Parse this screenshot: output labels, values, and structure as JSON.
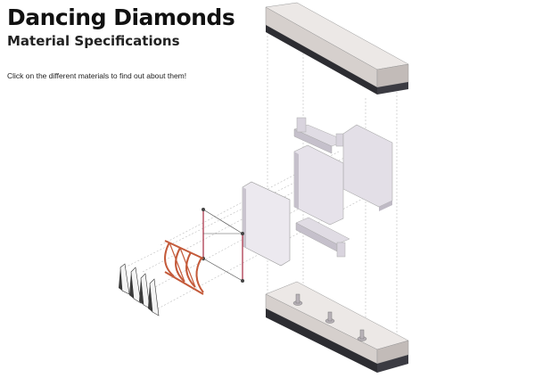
{
  "header": {
    "title": "Dancing Diamonds",
    "subtitle": "Material Specifications",
    "instruction": "Click on the different materials to find out about them!"
  },
  "colors": {
    "concrete_light": "#ece8e6",
    "concrete_mid": "#cfc9c6",
    "concrete_dark": "#2d2d32",
    "frame_light": "#e6e2ea",
    "frame_mid": "#c5c0cb",
    "timber_red": "#c45a3a",
    "rod_red": "#b3475a",
    "panel_white": "#f4f4f4",
    "panel_dark": "#3b3b3b",
    "guide_line": "#bdbdbd"
  },
  "components": [
    {
      "name": "top-concrete-slab",
      "icon": "slab-icon"
    },
    {
      "name": "window-frame-outer",
      "icon": "frame-icon"
    },
    {
      "name": "window-frame-inner",
      "icon": "frame-icon"
    },
    {
      "name": "bracket-top",
      "icon": "bracket-icon"
    },
    {
      "name": "bracket-bottom",
      "icon": "bracket-icon"
    },
    {
      "name": "glazing-frame",
      "icon": "glass-icon"
    },
    {
      "name": "tension-rods",
      "icon": "rod-icon"
    },
    {
      "name": "timber-lattice",
      "icon": "lattice-icon"
    },
    {
      "name": "diamond-fins",
      "icon": "fin-icon"
    },
    {
      "name": "bottom-concrete-slab",
      "icon": "slab-icon"
    }
  ]
}
